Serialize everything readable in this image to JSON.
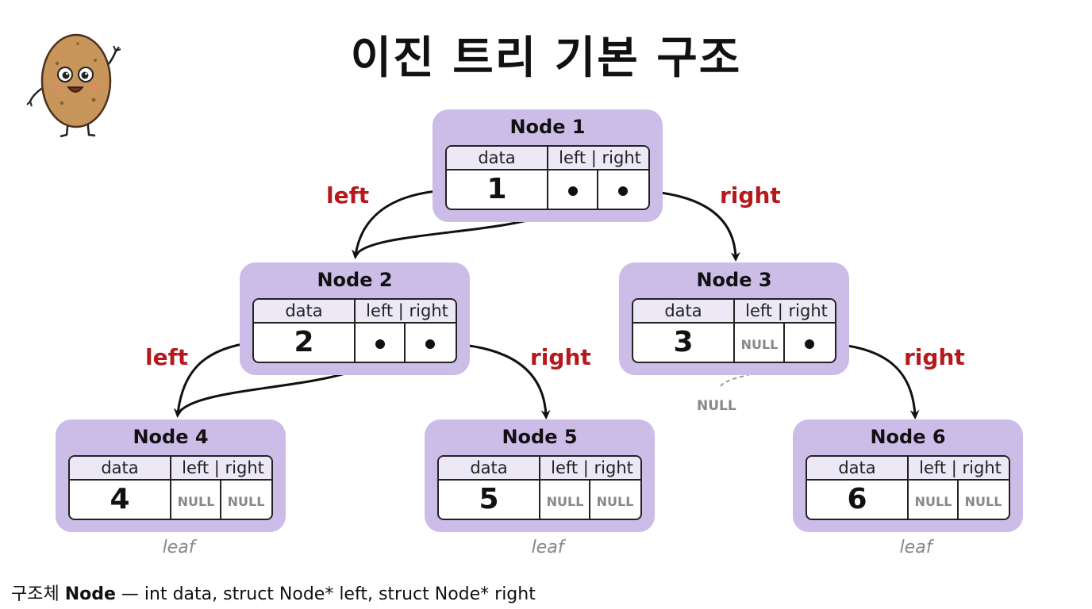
{
  "title": "이진 트리 기본 구조",
  "field_labels": {
    "data": "data",
    "pointers": "left | right"
  },
  "null_label": "NULL",
  "edge_labels": {
    "left": "left",
    "right": "right"
  },
  "leaf_label": "leaf",
  "nodes": [
    {
      "name": "Node 1",
      "data": "1",
      "left": "pointer",
      "right": "pointer"
    },
    {
      "name": "Node 2",
      "data": "2",
      "left": "pointer",
      "right": "pointer"
    },
    {
      "name": "Node 3",
      "data": "3",
      "left": "NULL",
      "right": "pointer"
    },
    {
      "name": "Node 4",
      "data": "4",
      "left": "NULL",
      "right": "NULL"
    },
    {
      "name": "Node 5",
      "data": "5",
      "left": "NULL",
      "right": "NULL"
    },
    {
      "name": "Node 6",
      "data": "6",
      "left": "NULL",
      "right": "NULL"
    }
  ],
  "footer": {
    "prefix": "구조체 ",
    "bold": "Node",
    "rest": " — int data, struct Node* left, struct Node* right"
  },
  "colors": {
    "node_fill": "#cbbde8",
    "edge_label": "#b5191c",
    "null_text": "#888888",
    "mascot_body": "#c8955a"
  },
  "icons": {
    "mascot": "potato-mascot-icon",
    "pointer": "pointer-dot-icon"
  }
}
